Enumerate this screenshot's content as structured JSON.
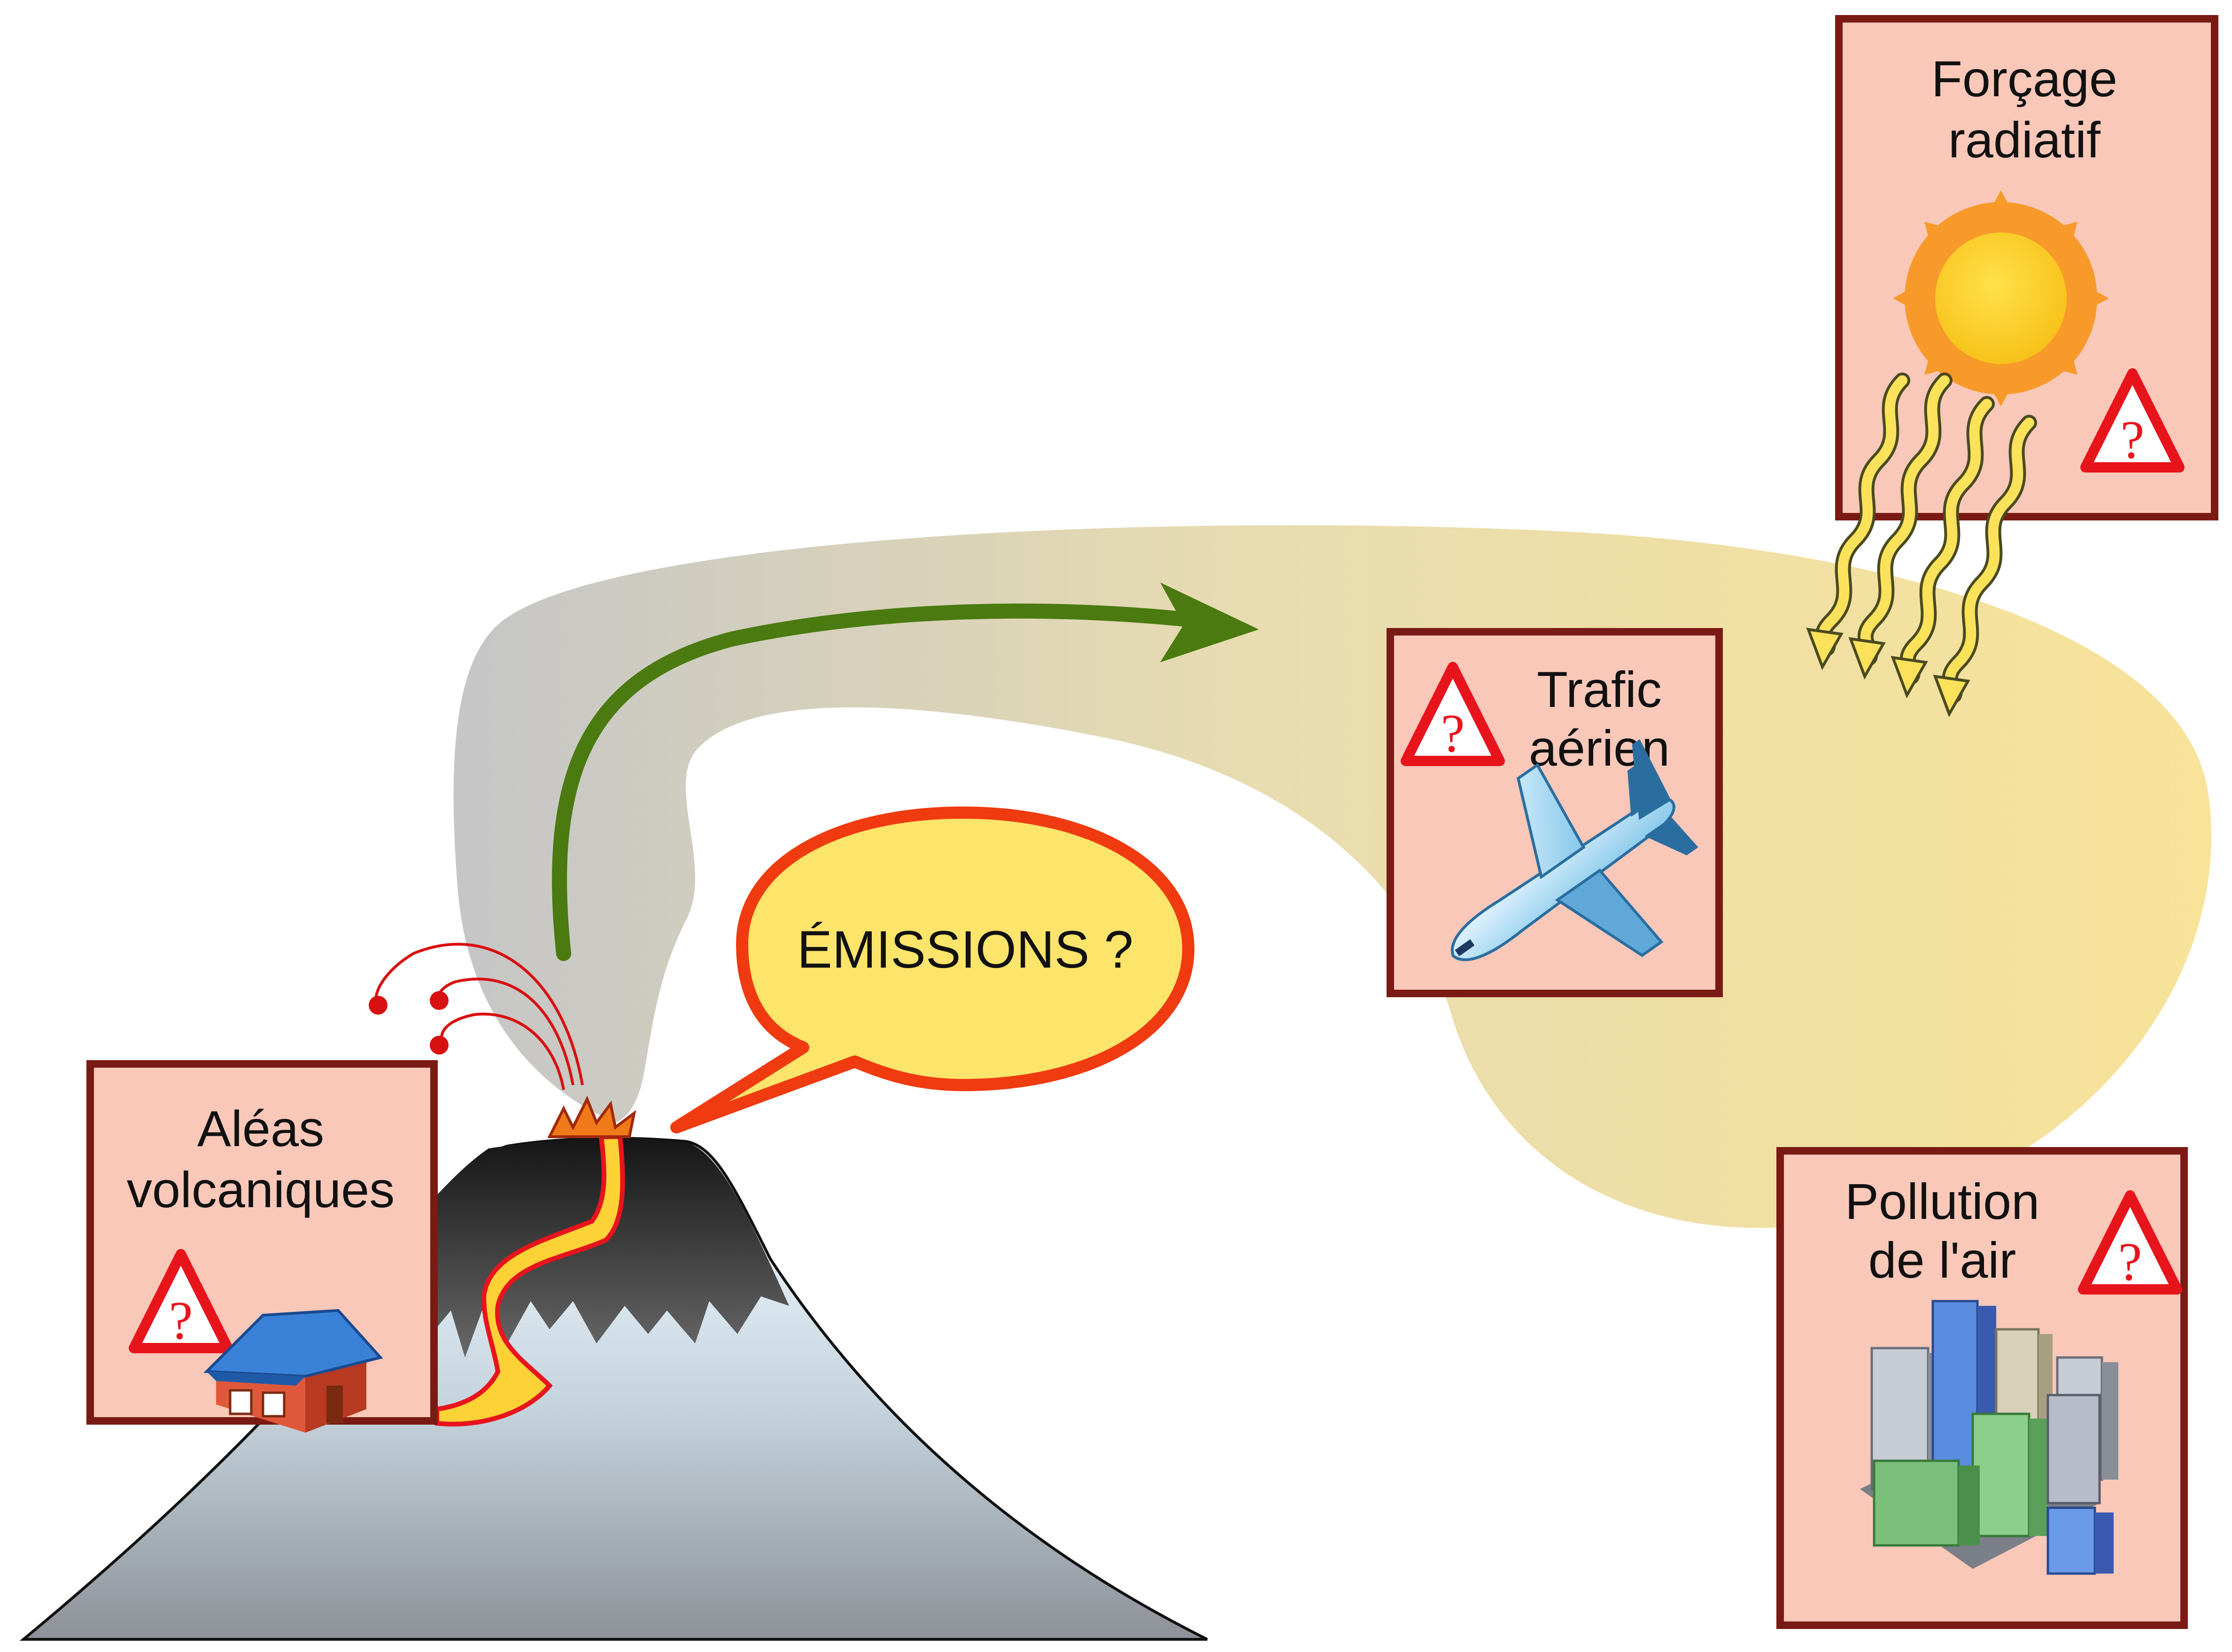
{
  "speech_bubble": {
    "text": "ÉMISSIONS ?"
  },
  "boxes": {
    "volcanic_hazards": {
      "line1": "Aléas",
      "line2": "volcaniques"
    },
    "air_traffic": {
      "line1": "Trafic",
      "line2": "aérien"
    },
    "radiative_forcing": {
      "line1": "Forçage",
      "line2": "radiatif"
    },
    "air_pollution": {
      "line1": "Pollution",
      "line2": "de l'air"
    }
  },
  "warning_symbol": {
    "glyph": "?",
    "icon": "warning-triangle-icon"
  },
  "colors": {
    "box_fill": "#f9c8b9",
    "box_border": "#7a1a14",
    "plume_start": "#c8c8c8",
    "plume_end": "#f5df96",
    "arrow": "#4a7a10",
    "bubble_fill": "#fde46a",
    "bubble_border": "#f03a10",
    "warning_red": "#e8141c"
  }
}
